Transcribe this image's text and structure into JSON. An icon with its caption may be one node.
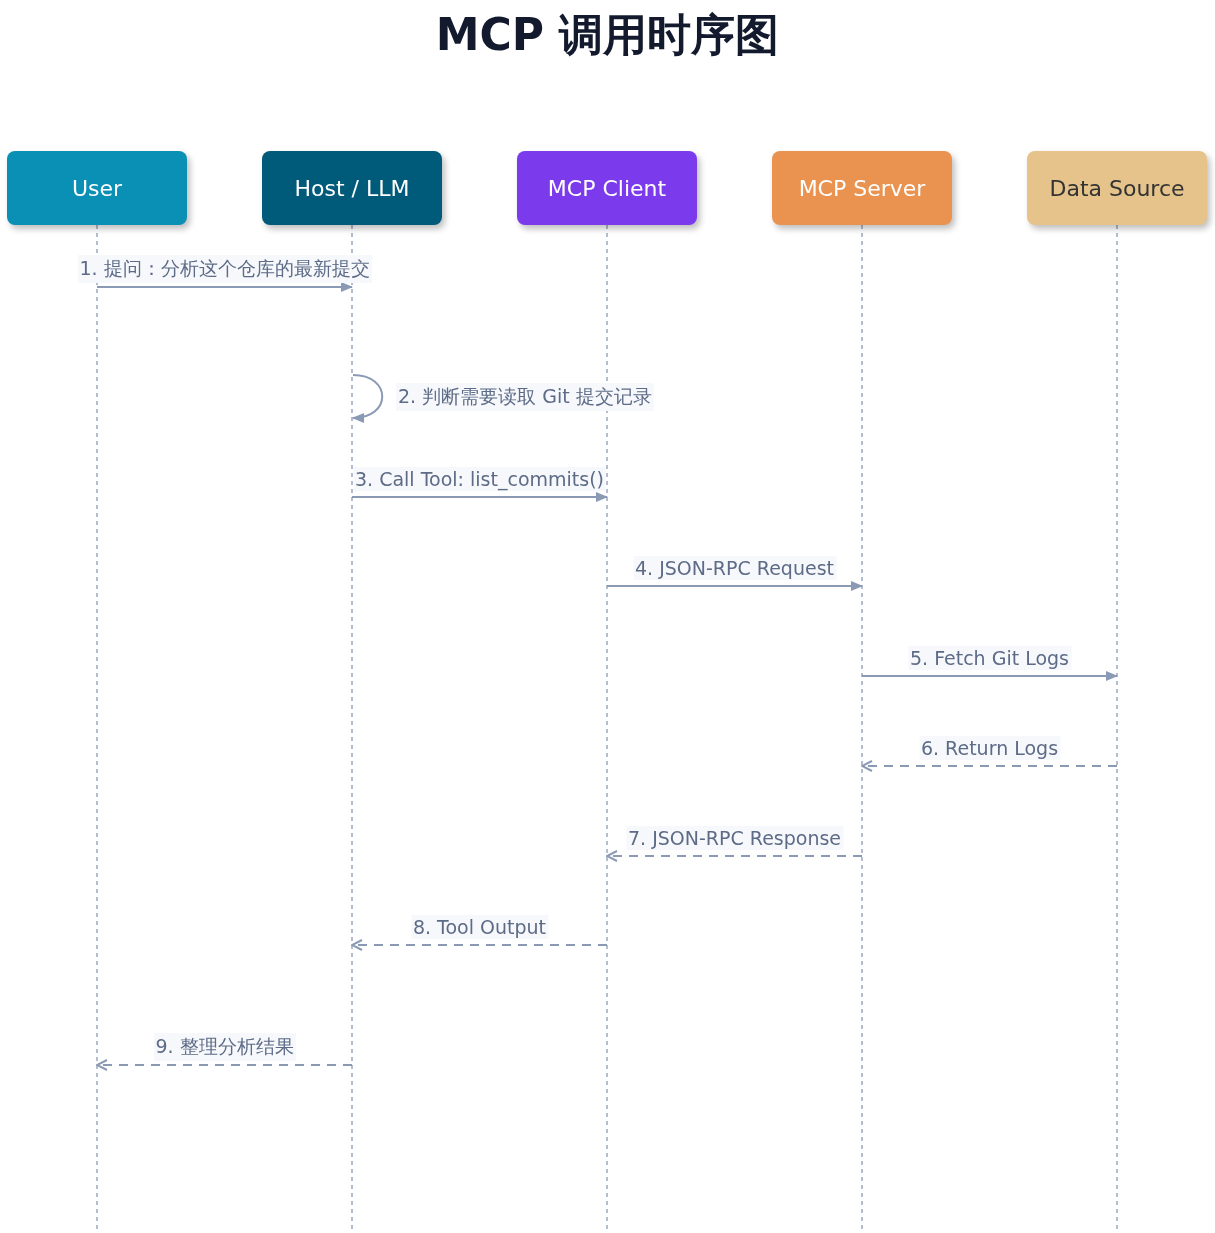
{
  "diagram": {
    "title": "MCP 调用时序图",
    "nodes": [
      {
        "text": [
          "User"
        ]
      },
      {
        "text": [
          "Host / LLM"
        ]
      },
      {
        "text": [
          "MCP Client"
        ]
      },
      {
        "text": [
          "MCP Server"
        ]
      },
      {
        "text": [
          "Data Source"
        ]
      }
    ],
    "edges": [
      {
        "from": 0,
        "to": 1,
        "arrow": "to",
        "label": "1. 提问：分析这个仓库的最新提交"
      },
      {
        "from": 1,
        "to": 1,
        "arrow": "to",
        "label": "2. 判断需要读取 Git 提交记录"
      },
      {
        "from": 1,
        "to": 2,
        "arrow": "to",
        "label": "3. Call Tool: list_commits()"
      },
      {
        "from": 2,
        "to": 3,
        "arrow": "to",
        "label": "4. JSON-RPC Request"
      },
      {
        "from": 3,
        "to": 4,
        "arrow": "to",
        "label": "5. Fetch Git Logs"
      },
      {
        "from": 4,
        "to": 3,
        "arrow": "to",
        "label": "6. Return Logs",
        "style": "dashed"
      },
      {
        "from": 3,
        "to": 2,
        "arrow": "to",
        "label": "7. JSON-RPC Response",
        "style": "dashed"
      },
      {
        "from": 2,
        "to": 1,
        "arrow": "to",
        "label": "8. Tool Output",
        "style": "dashed"
      },
      {
        "from": 1,
        "to": 0,
        "arrow": "to",
        "label": "9. 整理分析结果",
        "style": "dashed"
      }
    ]
  }
}
